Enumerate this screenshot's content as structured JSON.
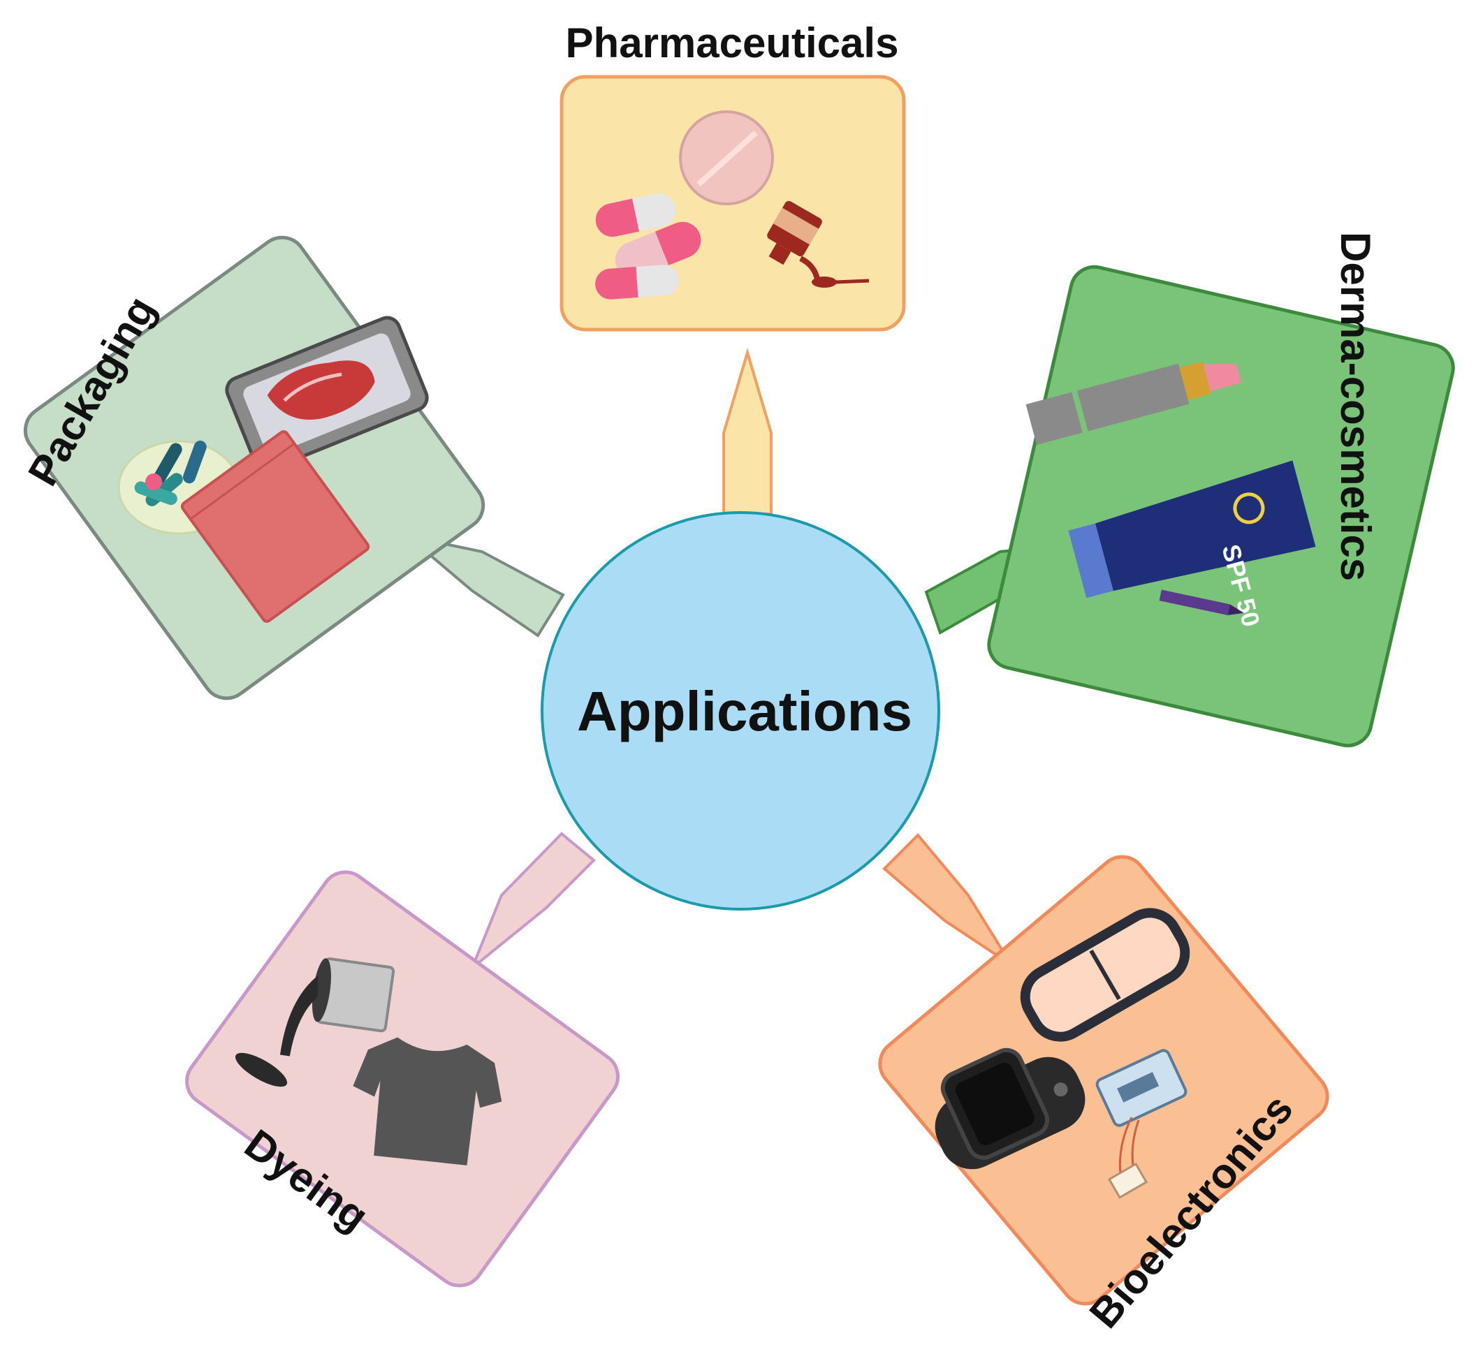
{
  "center": {
    "label": "Applications",
    "fill": "#aadcf5",
    "stroke": "#1a9aaa"
  },
  "categories": [
    {
      "id": "pharmaceuticals",
      "label": "Pharmaceuticals",
      "fill": "#fbe4a8",
      "stroke": "#f0a060",
      "icons": [
        "pill-tablet-icon",
        "capsule-icon",
        "syrup-bottle-icon",
        "spoon-icon"
      ]
    },
    {
      "id": "derma-cosmetics",
      "label": "Derma-cosmetics",
      "fill": "#7ac47a",
      "stroke": "#3c8a3c",
      "icons": [
        "lipstick-icon",
        "sunscreen-tube-icon",
        "eyeliner-pencil-icon"
      ],
      "sunscreen_text": "SPF 50"
    },
    {
      "id": "bioelectronics",
      "label": "Bioelectronics",
      "fill": "#fbbf94",
      "stroke": "#f08a5a",
      "icons": [
        "goggles-icon",
        "smartwatch-icon",
        "sensor-device-icon"
      ]
    },
    {
      "id": "dyeing",
      "label": "Dyeing",
      "fill": "#f0d2d2",
      "stroke": "#c898c8",
      "icons": [
        "paint-can-icon",
        "t-shirt-icon"
      ]
    },
    {
      "id": "packaging",
      "label": "Packaging",
      "fill": "#c6dec8",
      "stroke": "#7a8a80",
      "icons": [
        "meat-tray-icon",
        "capsule-pile-icon",
        "plastic-bag-icon"
      ]
    }
  ]
}
